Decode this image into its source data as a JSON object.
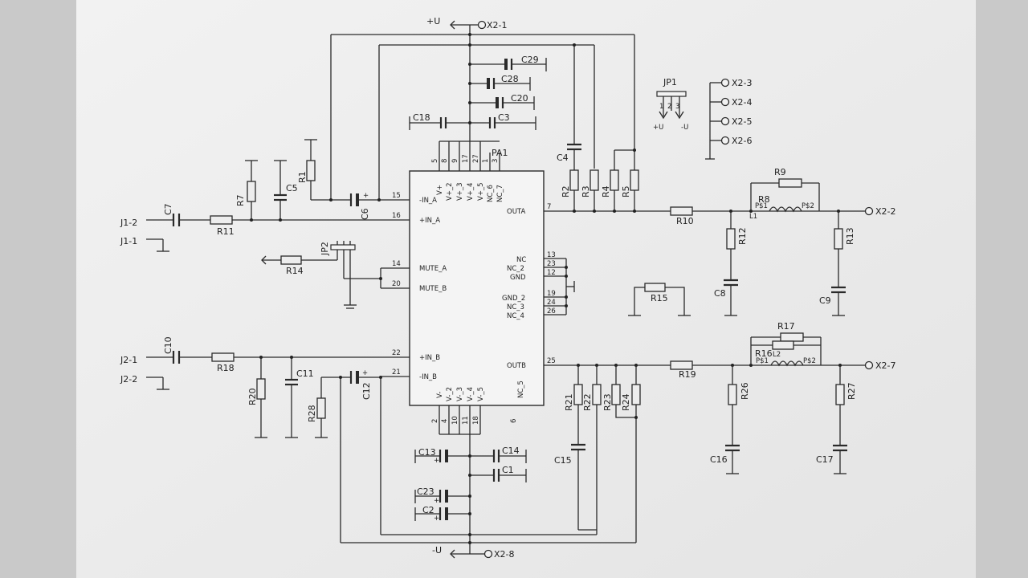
{
  "ic": {
    "ref": "PA1",
    "pins_left": [
      {
        "num": "15",
        "name": "-IN_A"
      },
      {
        "num": "16",
        "name": "+IN_A"
      },
      {
        "num": "14",
        "name": "MUTE_A"
      },
      {
        "num": "20",
        "name": "MUTE_B"
      },
      {
        "num": "22",
        "name": "+IN_B"
      },
      {
        "num": "21",
        "name": "-IN_B"
      }
    ],
    "pins_right": [
      {
        "num": "7",
        "name": "OUTA"
      },
      {
        "num": "13",
        "name": "NC"
      },
      {
        "num": "23",
        "name": "NC_2"
      },
      {
        "num": "12",
        "name": "GND"
      },
      {
        "num": "19",
        "name": "GND_2"
      },
      {
        "num": "24",
        "name": "NC_3"
      },
      {
        "num": "26",
        "name": "NC_4"
      },
      {
        "num": "25",
        "name": "OUTB"
      }
    ],
    "pins_top": [
      {
        "num": "5",
        "name": "V+"
      },
      {
        "num": "8",
        "name": "V+_2"
      },
      {
        "num": "9",
        "name": "V+_3"
      },
      {
        "num": "17",
        "name": "V+_4"
      },
      {
        "num": "27",
        "name": "V+_5"
      },
      {
        "num": "1",
        "name": "NC_6"
      },
      {
        "num": "3",
        "name": "NC_7"
      }
    ],
    "pins_bottom": [
      {
        "num": "2",
        "name": "V-"
      },
      {
        "num": "4",
        "name": "V-_2"
      },
      {
        "num": "10",
        "name": "V-_3"
      },
      {
        "num": "11",
        "name": "V-_4"
      },
      {
        "num": "18",
        "name": "V-_5"
      },
      {
        "num": "6",
        "name": "NC_5"
      }
    ]
  },
  "connectors": {
    "x2_1": "X2-1",
    "x2_2": "X2-2",
    "x2_3": "X2-3",
    "x2_4": "X2-4",
    "x2_5": "X2-5",
    "x2_6": "X2-6",
    "x2_7": "X2-7",
    "x2_8": "X2-8",
    "j1_1": "J1-1",
    "j1_2": "J1-2",
    "j2_1": "J2-1",
    "j2_2": "J2-2"
  },
  "rails": {
    "vplus": "+U",
    "vminus": "-U"
  },
  "jumpers": {
    "jp1": "JP1",
    "jp2": "JP2",
    "jp1_plus": "+U",
    "jp1_minus": "-U",
    "jp1_pins": [
      "1",
      "2",
      "3"
    ]
  },
  "components": {
    "R1": "R1",
    "R2": "R2",
    "R3": "R3",
    "R4": "R4",
    "R5": "R5",
    "R7": "R7",
    "R8": "R8",
    "R9": "R9",
    "R10": "R10",
    "R11": "R11",
    "R12": "R12",
    "R13": "R13",
    "R14": "R14",
    "R15": "R15",
    "R16": "R16",
    "R17": "R17",
    "R18": "R18",
    "R19": "R19",
    "R20": "R20",
    "R21": "R21",
    "R22": "R22",
    "R23": "R23",
    "R24": "R24",
    "R26": "R26",
    "R27": "R27",
    "R28": "R28",
    "C1": "C1",
    "C2": "C2",
    "C3": "C3",
    "C4": "C4",
    "C5": "C5",
    "C6": "C6",
    "C7": "C7",
    "C8": "C8",
    "C9": "C9",
    "C10": "C10",
    "C11": "C11",
    "C12": "C12",
    "C13": "C13",
    "C14": "C14",
    "C15": "C15",
    "C16": "C16",
    "C17": "C17",
    "C18": "C18",
    "C20": "C20",
    "C23": "C23",
    "C28": "C28",
    "C29": "C29",
    "L1": "L1",
    "L2": "L2",
    "PS1": "P$1",
    "PS2": "P$2"
  }
}
